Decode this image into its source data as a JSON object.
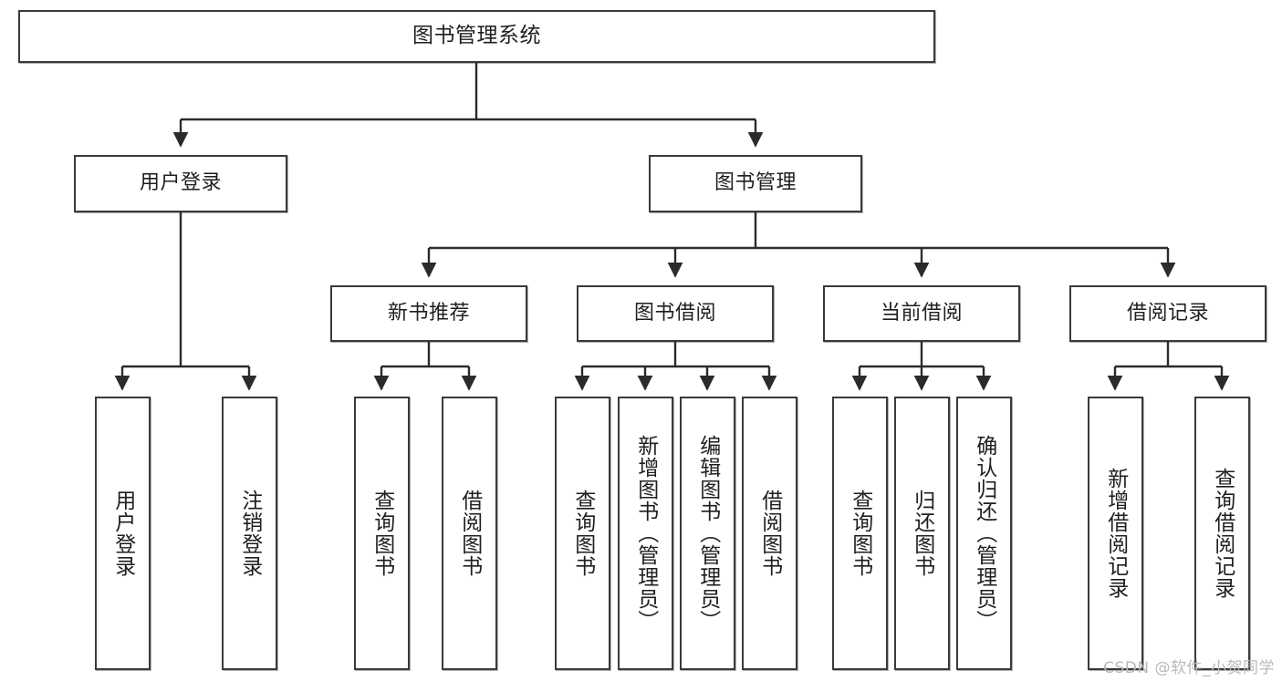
{
  "diagram": {
    "title": "图书管理系统",
    "type": "tree-hierarchy-chart",
    "watermark": "CSDN @软件_小贺同学",
    "colors": {
      "box_border": "#3a3a3a",
      "box_fill": "#ffffff",
      "connector": "#2b2b2b",
      "text": "#1f1f1f",
      "watermark": "#b9b9b9"
    }
  },
  "nodes": {
    "root": {
      "label": "图书管理系统"
    },
    "level2": [
      {
        "id": "user-login",
        "label": "用户登录"
      },
      {
        "id": "book-manage",
        "label": "图书管理"
      }
    ],
    "level3": [
      {
        "id": "new-book-recommend",
        "label": "新书推荐"
      },
      {
        "id": "book-borrow",
        "label": "图书借阅"
      },
      {
        "id": "current-borrow",
        "label": "当前借阅"
      },
      {
        "id": "borrow-record",
        "label": "借阅记录"
      }
    ],
    "leaves": {
      "user_login": [
        {
          "id": "leaf-user-login",
          "label": "用户登录"
        },
        {
          "id": "leaf-logout-login",
          "label": "注销登录"
        }
      ],
      "new_book_recommend": [
        {
          "id": "leaf-query-book-1",
          "label": "查询图书"
        },
        {
          "id": "leaf-borrow-book-1",
          "label": "借阅图书"
        }
      ],
      "book_borrow": [
        {
          "id": "leaf-query-book-2",
          "label": "查询图书"
        },
        {
          "id": "leaf-add-book",
          "label": "新增图书（管理员）"
        },
        {
          "id": "leaf-edit-book",
          "label": "编辑图书（管理员）"
        },
        {
          "id": "leaf-borrow-book-2",
          "label": "借阅图书"
        }
      ],
      "current_borrow": [
        {
          "id": "leaf-query-book-3",
          "label": "查询图书"
        },
        {
          "id": "leaf-return-book",
          "label": "归还图书"
        },
        {
          "id": "leaf-confirm-return",
          "label": "确认归还（管理员）"
        }
      ],
      "borrow_record": [
        {
          "id": "leaf-add-record",
          "label": "新增借阅记录"
        },
        {
          "id": "leaf-query-record",
          "label": "查询借阅记录"
        }
      ]
    }
  }
}
